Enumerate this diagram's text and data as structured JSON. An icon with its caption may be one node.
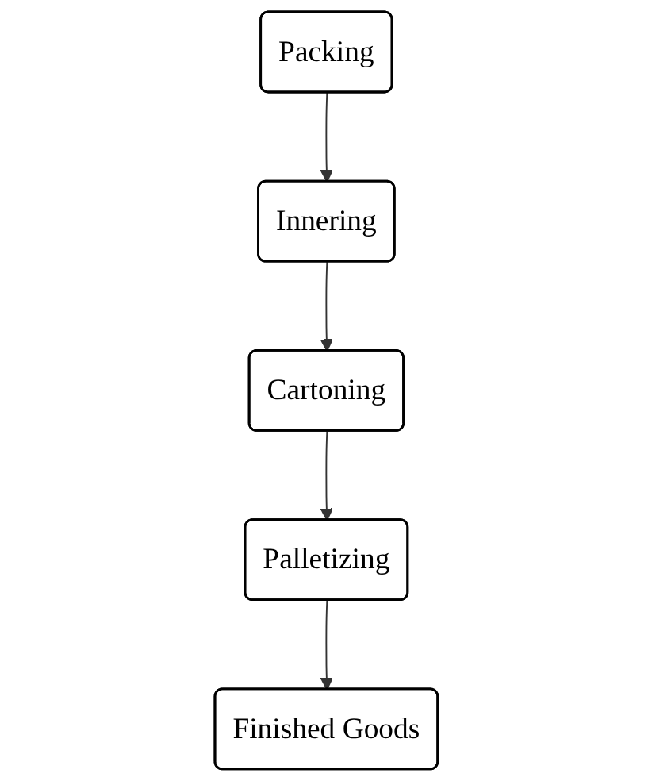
{
  "diagram": {
    "nodes": [
      {
        "text": [
          "Packing"
        ]
      },
      {
        "text": [
          "Innering"
        ]
      },
      {
        "text": [
          "Cartoning"
        ]
      },
      {
        "text": [
          "Palletizing"
        ]
      },
      {
        "text": [
          "Finished Goods"
        ]
      }
    ],
    "edges": [
      {
        "from": 0,
        "to": 1,
        "arrow": "to"
      },
      {
        "from": 1,
        "to": 2,
        "arrow": "to"
      },
      {
        "from": 2,
        "to": 3,
        "arrow": "to"
      },
      {
        "from": 3,
        "to": 4,
        "arrow": "to"
      }
    ]
  }
}
